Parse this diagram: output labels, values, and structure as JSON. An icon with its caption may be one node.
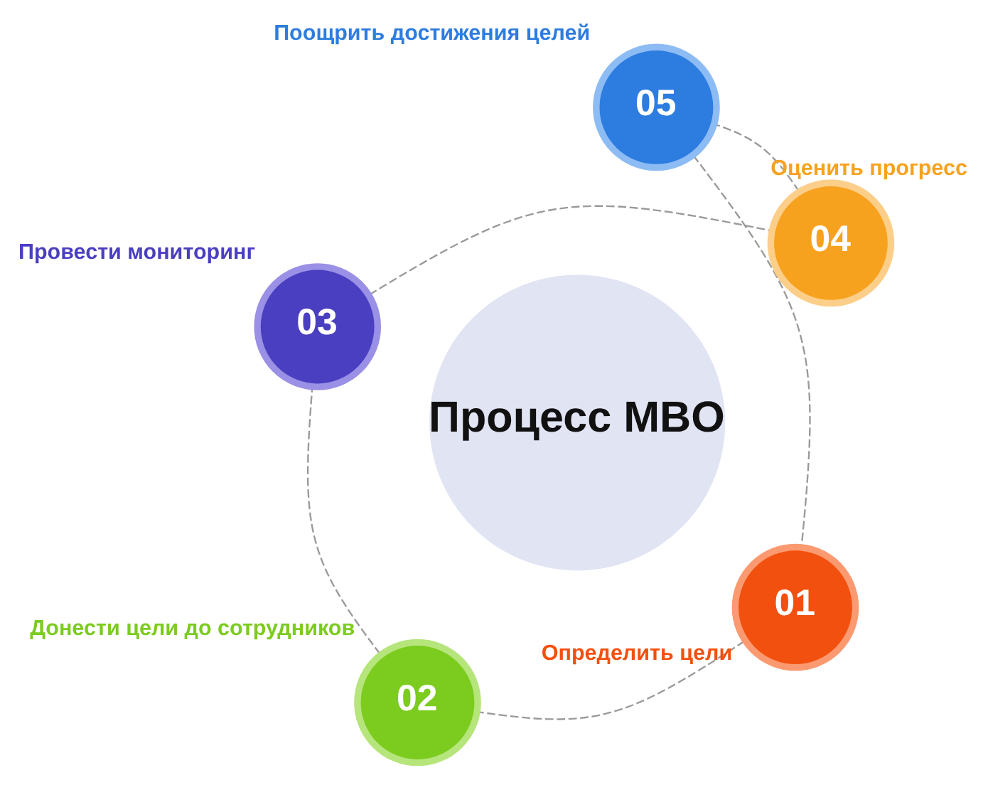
{
  "diagram": {
    "nodes": [
      {
        "text": [
          "Процесс MBO"
        ]
      },
      {
        "text": [
          "01"
        ],
        "beside": [
          "Определить цели"
        ]
      },
      {
        "text": [
          "02"
        ],
        "beside": [
          "Донести цели до сотрудников"
        ]
      },
      {
        "text": [
          "03"
        ],
        "beside": [
          "Провести мониторинг"
        ]
      },
      {
        "text": [
          "04"
        ],
        "beside": [
          "Оценить прогресс"
        ]
      },
      {
        "text": [
          "05"
        ],
        "beside": [
          "Поощрить достижения целей"
        ]
      }
    ],
    "edges": [
      {
        "from": 1,
        "to": 2,
        "arrow": "none",
        "style": "dashed"
      },
      {
        "from": 2,
        "to": 3,
        "arrow": "none",
        "style": "dashed"
      },
      {
        "from": 3,
        "to": 4,
        "arrow": "none",
        "style": "dashed"
      },
      {
        "from": 4,
        "to": 5,
        "arrow": "none",
        "style": "dashed"
      },
      {
        "from": 5,
        "to": 1,
        "arrow": "none",
        "style": "dashed"
      }
    ]
  }
}
